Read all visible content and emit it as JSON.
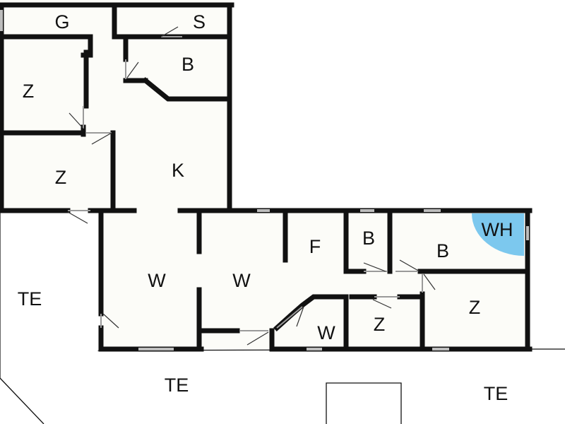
{
  "rooms": {
    "g": "G",
    "s": "S",
    "b_top": "B",
    "z_top": "Z",
    "z_mid": "Z",
    "k": "K",
    "w_left": "W",
    "w_mid": "W",
    "f": "F",
    "b_small": "B",
    "b_right": "B",
    "wh": "WH",
    "w_small": "W",
    "z_small": "Z",
    "z_right": "Z",
    "te_left": "TE",
    "te_bottom": "TE",
    "te_right": "TE"
  },
  "colors": {
    "wall": "#111111",
    "water_heater": "#7cc8ee",
    "background": "#ffffff"
  }
}
